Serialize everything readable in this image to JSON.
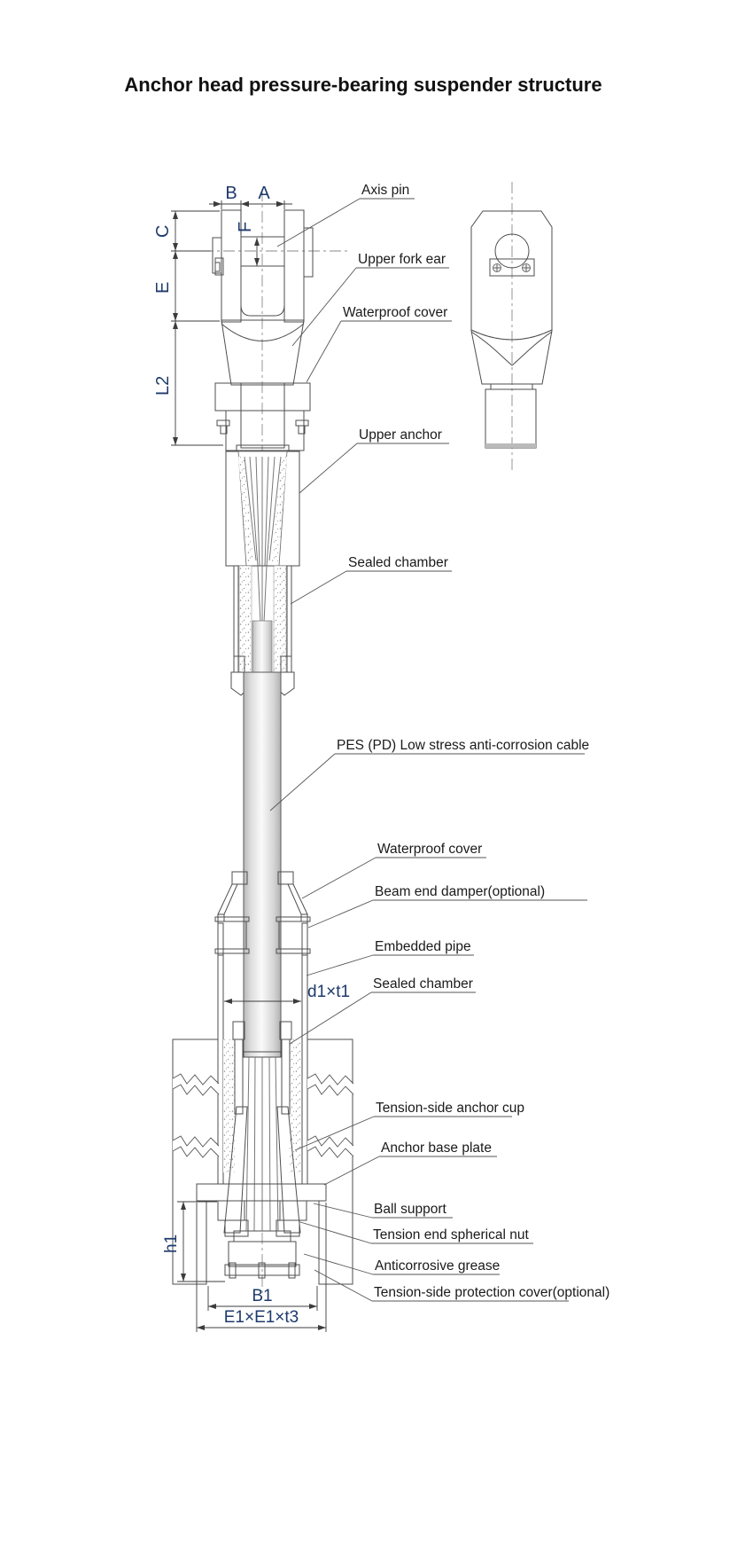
{
  "title": "Anchor head pressure-bearing suspender structure",
  "diagram": {
    "part_labels": {
      "axis_pin": "Axis pin",
      "upper_fork_ear": "Upper fork ear",
      "waterproof_cover_upper": "Waterproof cover",
      "upper_anchor": "Upper anchor",
      "sealed_chamber_upper": "Sealed chamber",
      "cable": "PES (PD) Low stress anti-corrosion cable",
      "waterproof_cover_lower": "Waterproof cover",
      "beam_end_damper": "Beam end damper(optional)",
      "embedded_pipe": "Embedded pipe",
      "sealed_chamber_lower": "Sealed chamber",
      "tension_side_anchor_cup": "Tension-side anchor cup",
      "anchor_base_plate": "Anchor base plate",
      "ball_support": "Ball support",
      "tension_end_spherical_nut": "Tension end spherical nut",
      "anticorrosive_grease": "Anticorrosive grease",
      "tension_side_protection_cover": "Tension-side protection cover(optional)"
    },
    "dimensions": {
      "width_b": "B",
      "width_a": "A",
      "pin_f": "F",
      "height_c": "C",
      "height_e": "E",
      "length_l2": "L2",
      "pipe_d1t1": "d1×t1",
      "height_h1": "h1",
      "width_b1": "B1",
      "plate_e1": "E1×E1×t3"
    },
    "colors": {
      "dimension_text": "#1e3a6b",
      "label_text": "#1a1a1a",
      "outline": "#4d4d4d"
    }
  }
}
